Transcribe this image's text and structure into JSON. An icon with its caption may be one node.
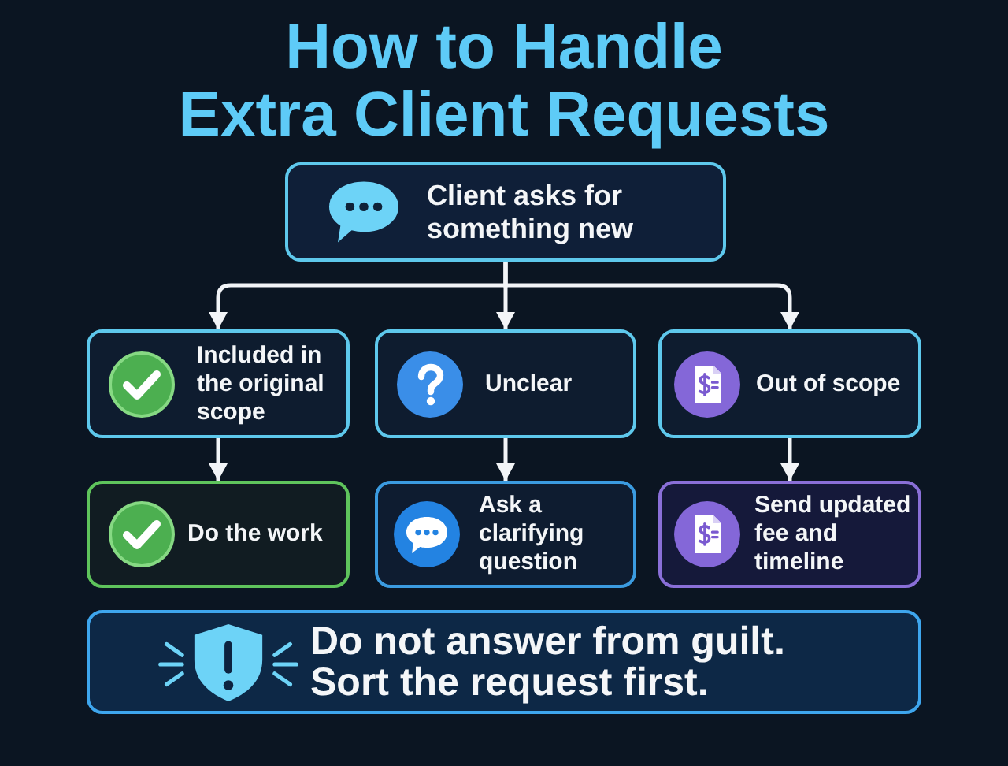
{
  "diagram": {
    "title": "How to Handle Extra Client Requests",
    "nodes": [
      {
        "text": [
          "Client asks for something new"
        ]
      },
      {
        "text": [
          "Included in the original scope"
        ]
      },
      {
        "text": [
          "Unclear"
        ]
      },
      {
        "text": [
          "Out of scope"
        ]
      },
      {
        "text": [
          "Do the work"
        ]
      },
      {
        "text": [
          "Ask a clarifying question"
        ]
      },
      {
        "text": [
          "Send updated fee and timeline"
        ]
      },
      {
        "text": [
          "Do not answer from guilt. Sort the request first."
        ]
      }
    ],
    "edges": [
      {
        "from": 0,
        "to": 1,
        "arrow": "to"
      },
      {
        "from": 0,
        "to": 2,
        "arrow": "to"
      },
      {
        "from": 0,
        "to": 3,
        "arrow": "to"
      },
      {
        "from": 1,
        "to": 4,
        "arrow": "to"
      },
      {
        "from": 2,
        "to": 5,
        "arrow": "to"
      },
      {
        "from": 3,
        "to": 6,
        "arrow": "to"
      }
    ]
  }
}
